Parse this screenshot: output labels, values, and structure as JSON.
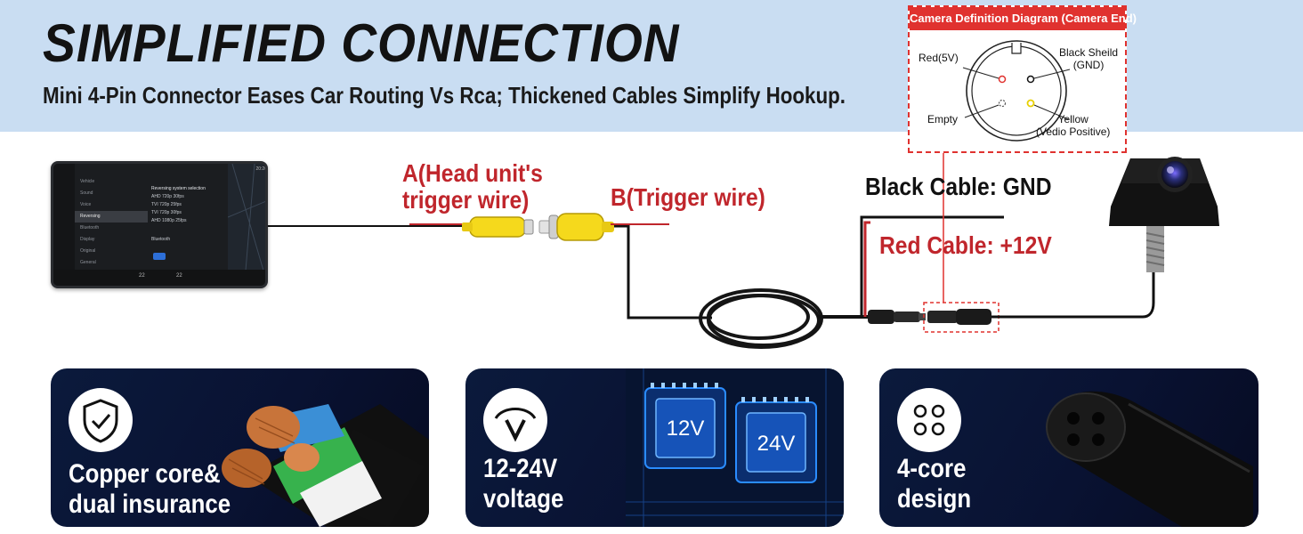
{
  "header": {
    "title": "SIMPLIFIED CONNECTION",
    "subtitle": "Mini 4-Pin Connector Eases Car Routing Vs Rca;  Thickened Cables Simplify Hookup."
  },
  "pin_diagram": {
    "title": "Camera Definition Diagram (Camera End)",
    "red_pin": "Red(5V)",
    "black_pin_line1": "Black Sheild",
    "black_pin_line2": "(GND)",
    "empty_pin": "Empty",
    "yellow_pin_line1": "Yellow",
    "yellow_pin_line2": "(Vedio Positive)"
  },
  "wires": {
    "a_line1": "A(Head unit's",
    "a_line2": "trigger wire)",
    "b_label": "B(Trigger wire)",
    "black_cable": "Black Cable: GND",
    "red_cable": "Red Cable: +12V"
  },
  "screen": {
    "menu": [
      "Vehicle",
      "Sound",
      "Voice",
      "Reversing",
      "Bluetooth",
      "Display",
      "Original",
      "General"
    ],
    "panel_title": "Reversing system selection",
    "options": [
      "AHD 720p 30fps",
      "TVI 720p 25fps",
      "TVI 720p 30fps",
      "AHD 1080p 25fps"
    ],
    "bt_label": "Bluetooth",
    "time": "20:20",
    "temp_left": "22",
    "temp_right": "22"
  },
  "cards": [
    {
      "line1": "Copper core&",
      "line2": "dual insurance",
      "icon": "shield-check-icon"
    },
    {
      "line1": "12-24V",
      "line2": "voltage",
      "icon": "voltage-icon",
      "chip1": "12V",
      "chip2": "24V"
    },
    {
      "line1": "4-core",
      "line2": "design",
      "icon": "four-dots-icon"
    }
  ],
  "colors": {
    "banner": "#c9ddf2",
    "accent_red": "#c0262c",
    "card_bg": "#0b1a3c",
    "rca_yellow": "#f5d91c",
    "copper": "#c8743a",
    "chip_blue": "#2a8cff"
  }
}
